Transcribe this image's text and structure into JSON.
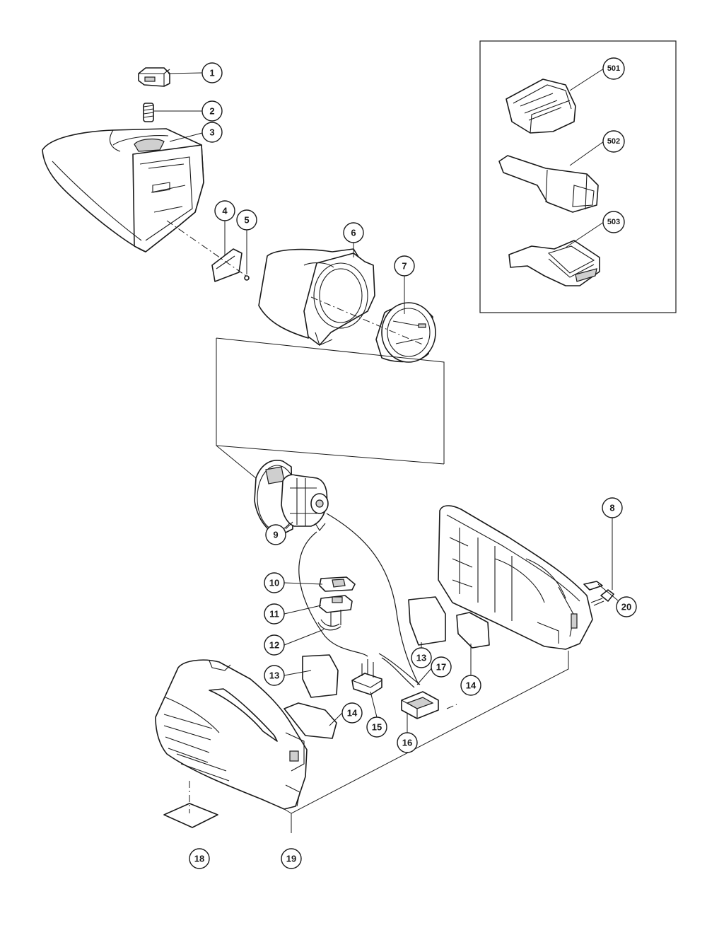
{
  "callouts": {
    "p1": "1",
    "p2": "2",
    "p3": "3",
    "p4": "4",
    "p5": "5",
    "p6": "6",
    "p7": "7",
    "p8": "8",
    "p9": "9",
    "p10": "10",
    "p11": "11",
    "p12": "12",
    "p13a": "13",
    "p13b": "13",
    "p14a": "14",
    "p14b": "14",
    "p15": "15",
    "p16": "16",
    "p17": "17",
    "p18": "18",
    "p19": "19",
    "p20": "20",
    "p501": "501",
    "p502": "502",
    "p503": "503"
  },
  "colors": {
    "line": "#1a1a1a",
    "fill": "#ffffff",
    "shade": "#cfcfcf"
  }
}
